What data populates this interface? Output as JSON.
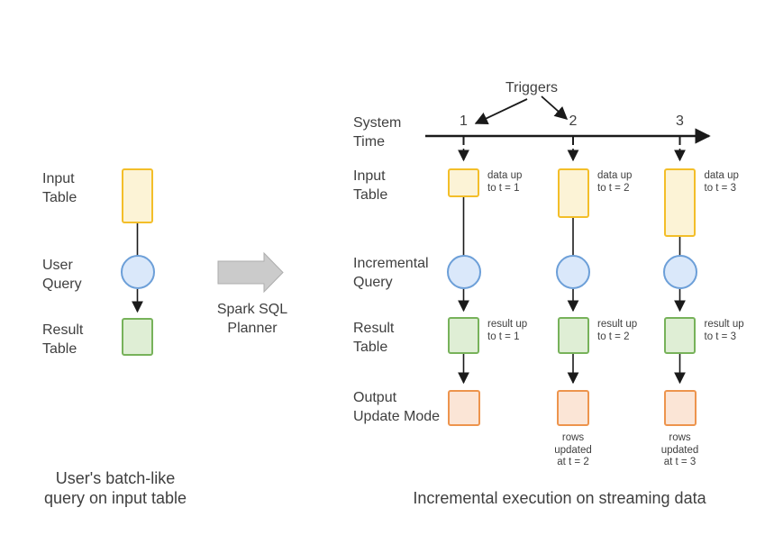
{
  "left_panel": {
    "input_table_label": "Input\nTable",
    "user_query_label": "User\nQuery",
    "result_table_label": "Result\nTable",
    "caption": "User's batch-like\nquery on input table"
  },
  "middle": {
    "planner_label": "Spark SQL\nPlanner"
  },
  "right_panel": {
    "triggers_label": "Triggers",
    "system_time_label": "System\nTime",
    "input_table_label": "Input\nTable",
    "incremental_query_label": "Incremental\nQuery",
    "result_table_label": "Result\nTable",
    "output_mode_label": "Output\nUpdate Mode",
    "columns": [
      {
        "tick": "1",
        "data_note": "data up\nto t = 1",
        "result_note": "result up\nto t = 1",
        "rows_note": ""
      },
      {
        "tick": "2",
        "data_note": "data up\nto t = 2",
        "result_note": "result up\nto t = 2",
        "rows_note": "rows\nupdated\nat t = 2"
      },
      {
        "tick": "3",
        "data_note": "data up\nto t = 3",
        "result_note": "result up\nto t = 3",
        "rows_note": "rows\nupdated\nat t = 3"
      }
    ],
    "caption": "Incremental execution on streaming data"
  },
  "colors": {
    "input_fill": "#FCF3D6",
    "input_border": "#F3BE29",
    "query_fill": "#DAE8FA",
    "query_border": "#6C9FD8",
    "result_fill": "#DFEED5",
    "result_border": "#77B25A",
    "output_fill": "#FBE5D6",
    "output_border": "#ED944D",
    "arrow_gray_fill": "#CBCBCB",
    "arrow_gray_border": "#ADADAD",
    "text": "#3F3F3F",
    "line": "#1A1A1A"
  }
}
